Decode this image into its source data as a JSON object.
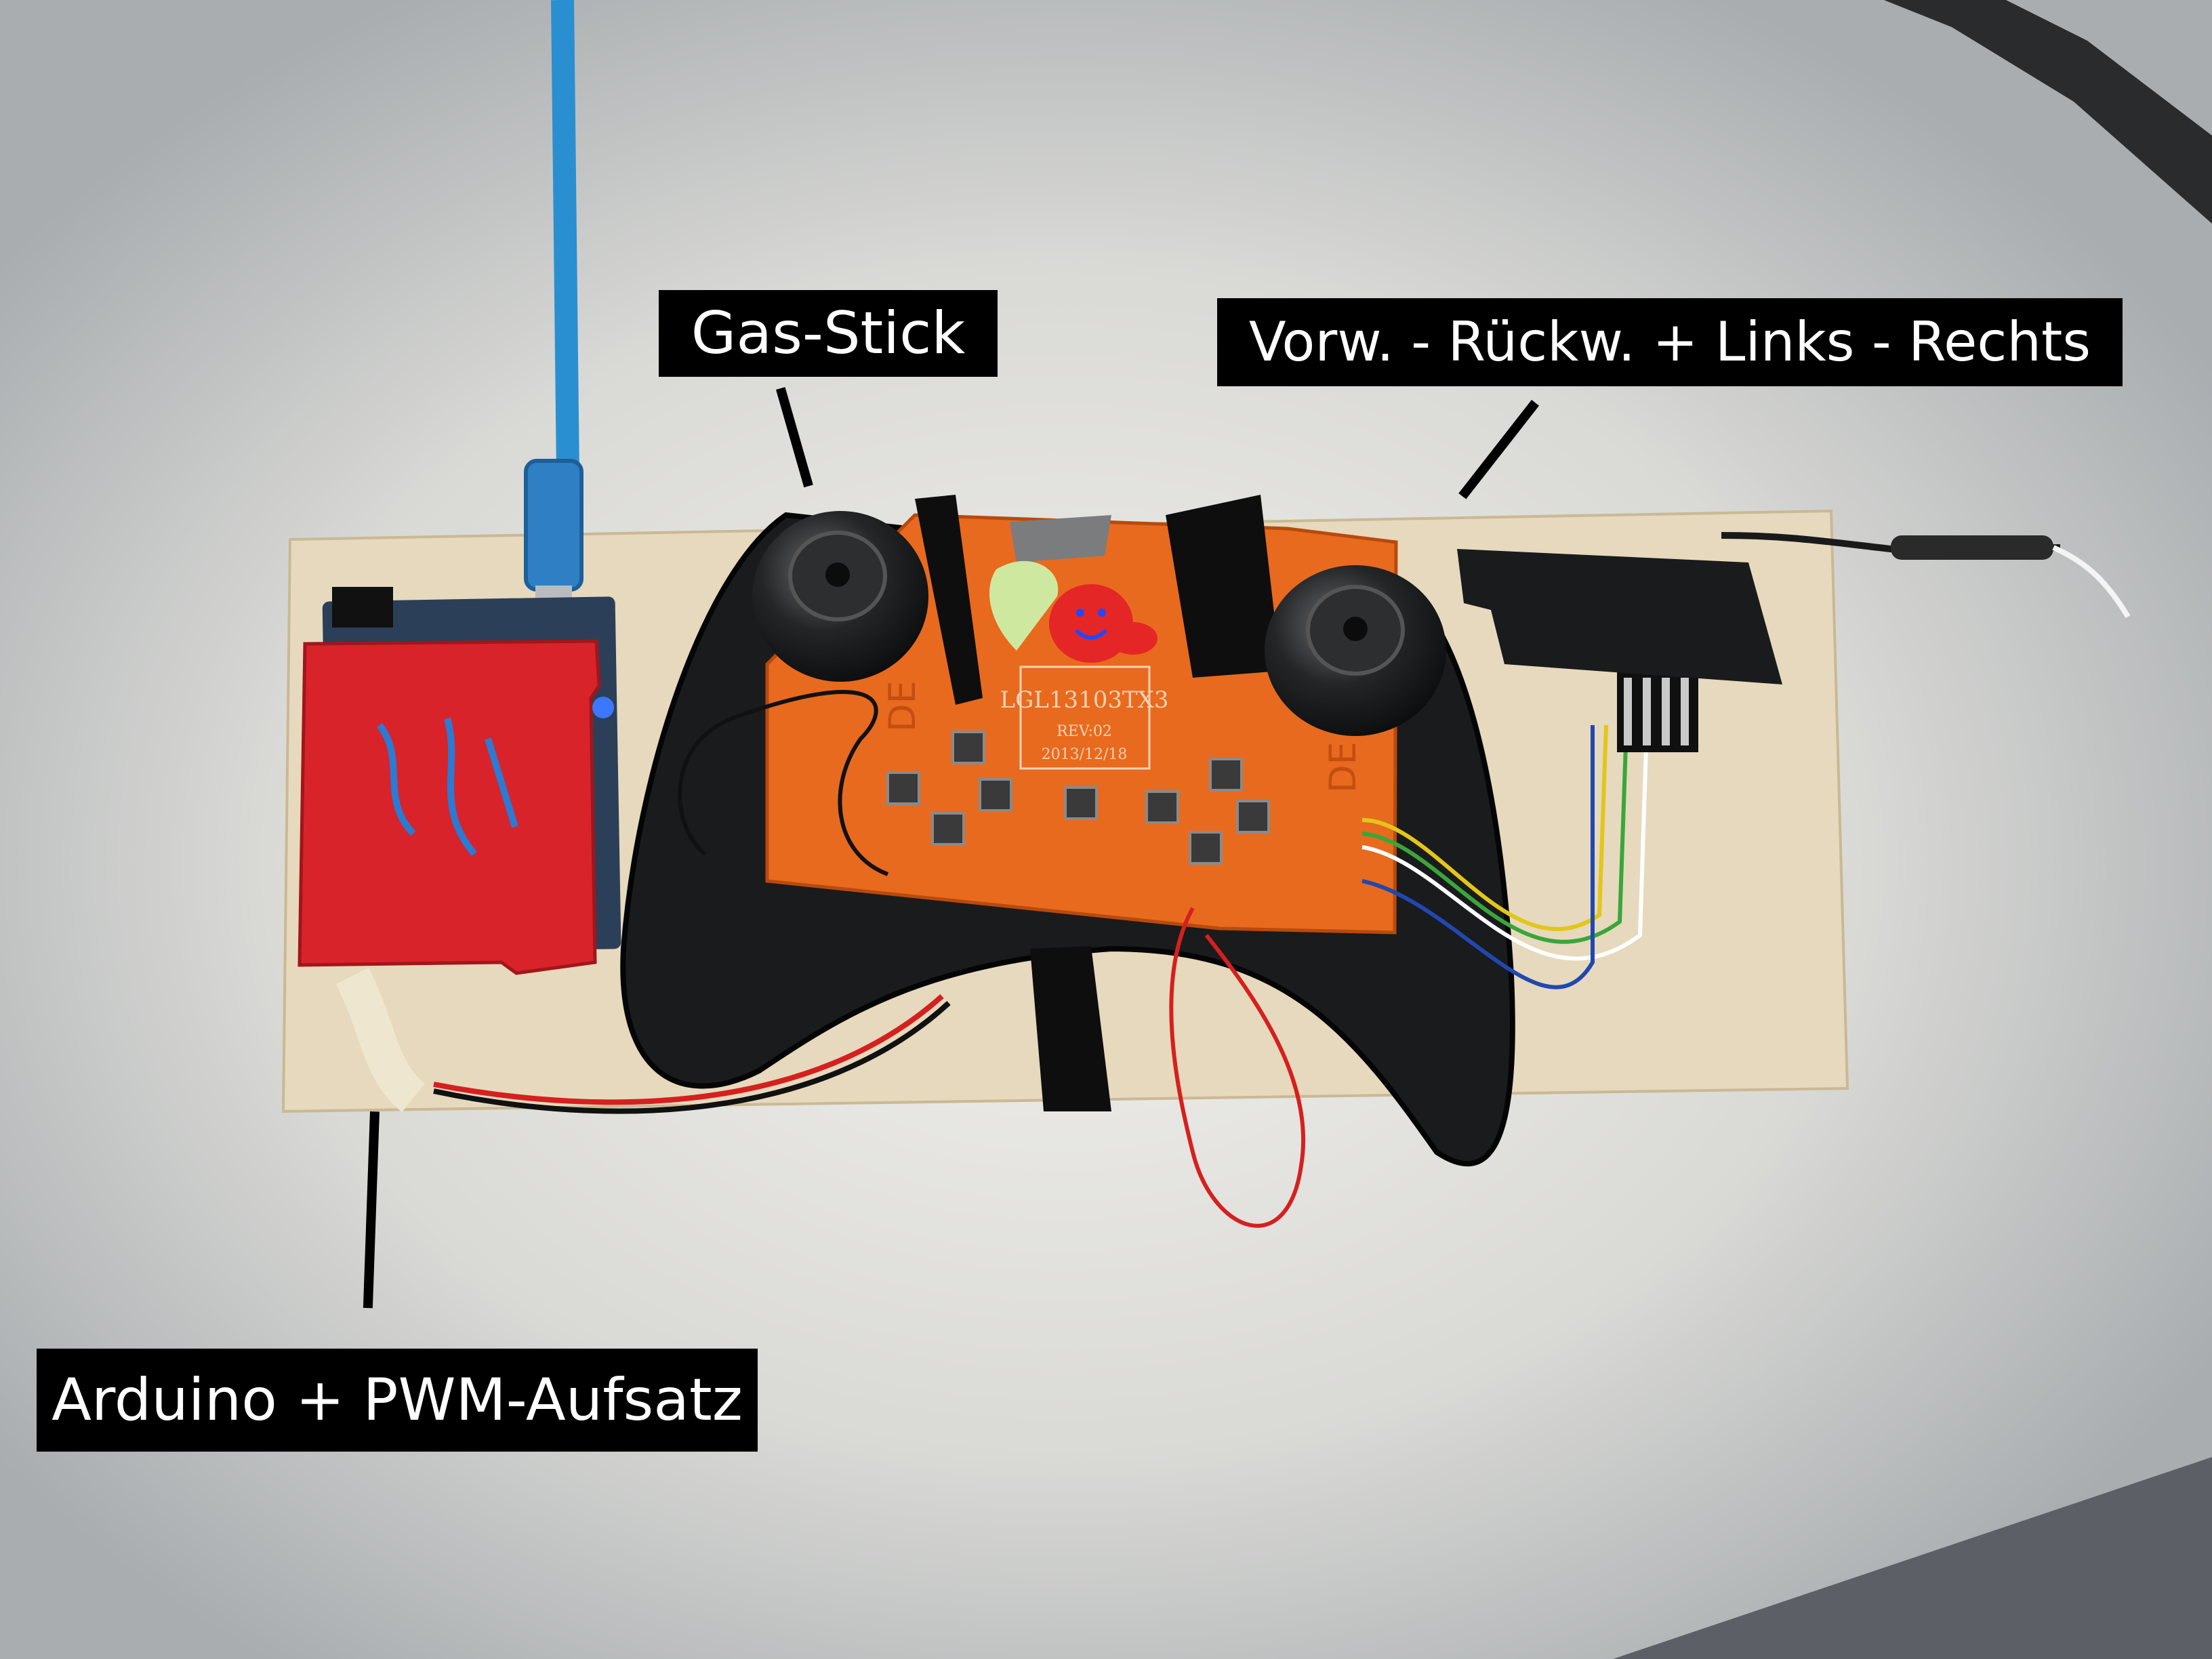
{
  "labels": {
    "gas_stick": "Gas-Stick",
    "controls": "Vorw. - Rückw. + Links - Rechts",
    "arduino": "Arduino + PWM-Aufsatz"
  },
  "pcb_text": {
    "model": "LGL13103TX3",
    "rev": "REV:02",
    "date": "2013/12/18",
    "mark_left": "DE",
    "mark_right": "DE"
  },
  "colors": {
    "board": "#e8dcc0",
    "pcb_orange": "#e86a1e",
    "arduino_red": "#d8232a",
    "usb_blue": "#2a8fd0",
    "label_bg": "#000000",
    "label_text": "#ffffff"
  },
  "icons": [
    "usb-cable",
    "arduino-board",
    "joystick",
    "smiley-led",
    "pin-header",
    "antenna"
  ]
}
